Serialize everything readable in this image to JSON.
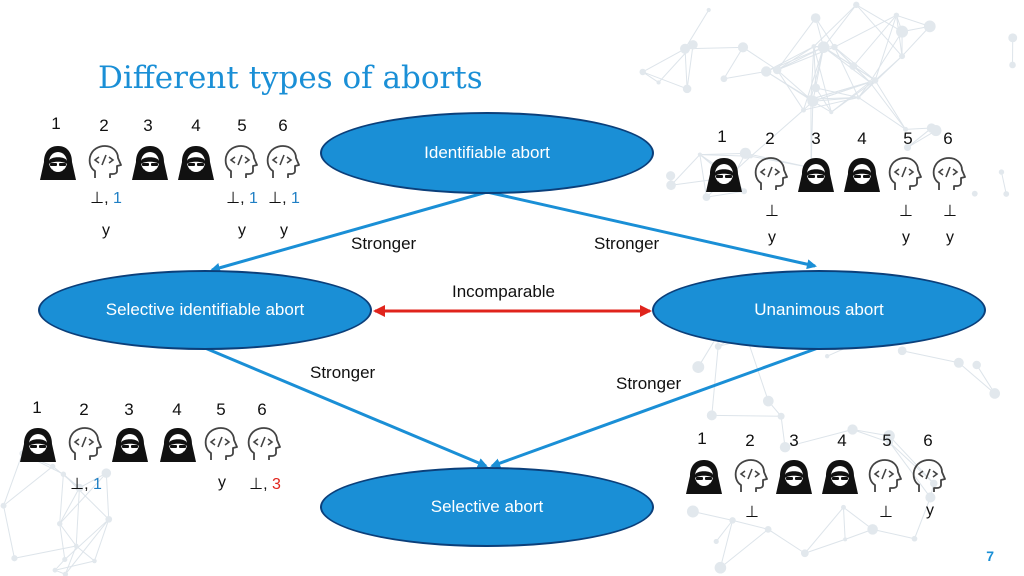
{
  "title": "Different types of aborts",
  "page_number": "7",
  "nodes": {
    "identifiable": "Identifiable abort",
    "selective_identifiable": "Selective identifiable abort",
    "unanimous": "Unanimous abort",
    "selective": "Selective abort"
  },
  "edges": {
    "top_left": "Stronger",
    "top_right": "Stronger",
    "middle": "Incomparable",
    "bottom_left": "Stronger",
    "bottom_right": "Stronger"
  },
  "groups": [
    {
      "id": "identifiable",
      "parties": [
        {
          "n": "1",
          "type": "hacker",
          "outputs": []
        },
        {
          "n": "2",
          "type": "coder",
          "outputs": [
            {
              "pre": "⊥, ",
              "id": "1",
              "id_color": "blue"
            },
            {
              "pre": "y"
            }
          ]
        },
        {
          "n": "3",
          "type": "hacker",
          "outputs": []
        },
        {
          "n": "4",
          "type": "hacker",
          "outputs": []
        },
        {
          "n": "5",
          "type": "coder",
          "outputs": [
            {
              "pre": "⊥, ",
              "id": "1",
              "id_color": "blue"
            },
            {
              "pre": "y"
            }
          ]
        },
        {
          "n": "6",
          "type": "coder",
          "outputs": [
            {
              "pre": "⊥, ",
              "id": "1",
              "id_color": "blue"
            },
            {
              "pre": "y"
            }
          ]
        }
      ]
    },
    {
      "id": "unanimous",
      "parties": [
        {
          "n": "1",
          "type": "hacker",
          "outputs": []
        },
        {
          "n": "2",
          "type": "coder",
          "outputs": [
            {
              "pre": "⊥"
            },
            {
              "pre": "y"
            }
          ]
        },
        {
          "n": "3",
          "type": "hacker",
          "outputs": []
        },
        {
          "n": "4",
          "type": "hacker",
          "outputs": []
        },
        {
          "n": "5",
          "type": "coder",
          "outputs": [
            {
              "pre": "⊥"
            },
            {
              "pre": "y"
            }
          ]
        },
        {
          "n": "6",
          "type": "coder",
          "outputs": [
            {
              "pre": "⊥"
            },
            {
              "pre": "y"
            }
          ]
        }
      ]
    },
    {
      "id": "selective_identifiable",
      "parties": [
        {
          "n": "1",
          "type": "hacker",
          "outputs": []
        },
        {
          "n": "2",
          "type": "coder",
          "outputs": [
            {
              "pre": "⊥, ",
              "id": "1",
              "id_color": "blue"
            }
          ]
        },
        {
          "n": "3",
          "type": "hacker",
          "outputs": []
        },
        {
          "n": "4",
          "type": "hacker",
          "outputs": []
        },
        {
          "n": "5",
          "type": "coder",
          "outputs": [
            {
              "pre": "y"
            }
          ]
        },
        {
          "n": "6",
          "type": "coder",
          "outputs": [
            {
              "pre": "⊥, ",
              "id": "3",
              "id_color": "red"
            }
          ]
        }
      ]
    },
    {
      "id": "selective",
      "parties": [
        {
          "n": "1",
          "type": "hacker",
          "outputs": []
        },
        {
          "n": "2",
          "type": "coder",
          "outputs": [
            {
              "pre": "⊥"
            }
          ]
        },
        {
          "n": "3",
          "type": "hacker",
          "outputs": []
        },
        {
          "n": "4",
          "type": "hacker",
          "outputs": []
        },
        {
          "n": "5",
          "type": "coder",
          "outputs": [
            {
              "pre": "⊥"
            }
          ]
        },
        {
          "n": "6",
          "type": "coder",
          "outputs": [
            {
              "pre": "y"
            }
          ]
        }
      ]
    }
  ],
  "colors": {
    "accent": "#1a8fd6",
    "node_border": "#0b3f7a",
    "incomparable_arrow": "#e0241c",
    "id_blue": "#1f7fc4",
    "id_red": "#e0241c"
  }
}
